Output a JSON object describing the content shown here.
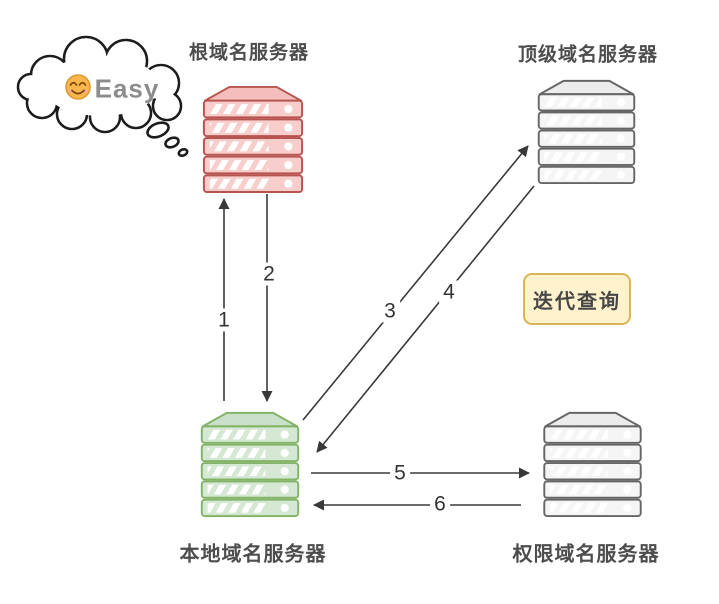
{
  "badge": {
    "label": "迭代查询",
    "bg": "#fff2cc",
    "border": "#d6b656"
  },
  "cloud": {
    "text": "Easy",
    "emoji": "smiling-face-emoji"
  },
  "nodes": {
    "root": {
      "label": "根域名服务器",
      "fill": "#f8cecc",
      "lid": "#f3bebb",
      "border": "#b85450"
    },
    "tld": {
      "label": "顶级域名服务器",
      "fill": "#f5f5f5",
      "lid": "#ececec",
      "border": "#666666"
    },
    "local": {
      "label": "本地域名服务器",
      "fill": "#d5e8d4",
      "lid": "#cbe0c9",
      "border": "#82b366"
    },
    "auth": {
      "label": "权限域名服务器",
      "fill": "#f5f5f5",
      "lid": "#ececec",
      "border": "#666666"
    }
  },
  "arrows": {
    "a1": {
      "num": "1",
      "from": "local",
      "to": "root"
    },
    "a2": {
      "num": "2",
      "from": "root",
      "to": "local"
    },
    "a3": {
      "num": "3",
      "from": "local",
      "to": "tld"
    },
    "a4": {
      "num": "4",
      "from": "tld",
      "to": "local"
    },
    "a5": {
      "num": "5",
      "from": "local",
      "to": "auth"
    },
    "a6": {
      "num": "6",
      "from": "auth",
      "to": "local"
    }
  }
}
